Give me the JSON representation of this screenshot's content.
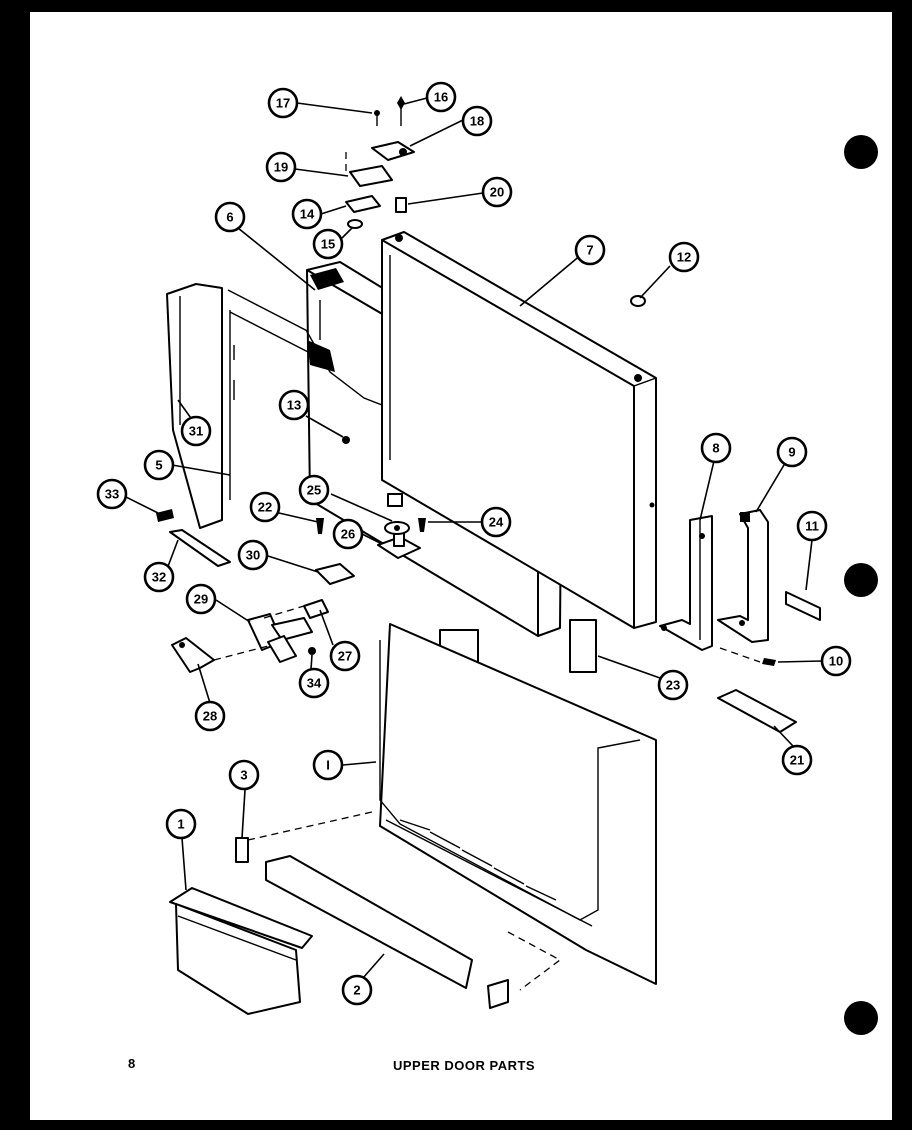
{
  "title": "UPPER DOOR PARTS",
  "page_number": "8",
  "callouts": [
    "17",
    "16",
    "18",
    "19",
    "20",
    "14",
    "15",
    "6",
    "7",
    "12",
    "13",
    "31",
    "5",
    "33",
    "22",
    "25",
    "26",
    "24",
    "32",
    "30",
    "29",
    "27",
    "34",
    "28",
    "8",
    "9",
    "11",
    "10",
    "23",
    "21",
    "I",
    "3",
    "1",
    "2"
  ]
}
